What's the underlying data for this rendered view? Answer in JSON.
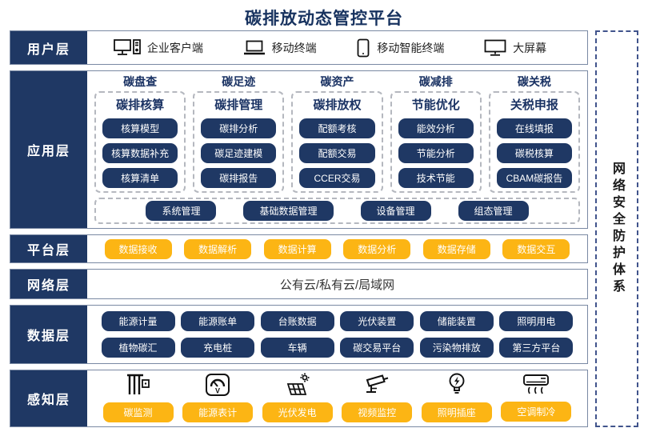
{
  "title": "碳排放动态管控平台",
  "colors": {
    "navy": "#1f3864",
    "orange": "#fcb514",
    "title_navy": "#17325f"
  },
  "user_layer": {
    "label": "用户层",
    "items": [
      {
        "icon": "desktop-client-icon",
        "label": "企业客户端"
      },
      {
        "icon": "laptop-icon",
        "label": "移动终端"
      },
      {
        "icon": "tablet-icon",
        "label": "移动智能终端"
      },
      {
        "icon": "big-screen-icon",
        "label": "大屏幕"
      }
    ]
  },
  "app_layer": {
    "label": "应用层",
    "columns": [
      {
        "header": "碳盘查",
        "subheader": "碳排核算",
        "items": [
          "核算模型",
          "核算数据补充",
          "核算清单"
        ]
      },
      {
        "header": "碳足迹",
        "subheader": "碳排管理",
        "items": [
          "碳排分析",
          "碳足迹建模",
          "碳排报告"
        ]
      },
      {
        "header": "碳资产",
        "subheader": "碳排放权",
        "items": [
          "配额考核",
          "配额交易",
          "CCER交易"
        ]
      },
      {
        "header": "碳减排",
        "subheader": "节能优化",
        "items": [
          "能效分析",
          "节能分析",
          "技术节能"
        ]
      },
      {
        "header": "碳关税",
        "subheader": "关税申报",
        "items": [
          "在线填报",
          "碳税核算",
          "CBAM碳报告"
        ]
      }
    ],
    "common_items": [
      "系统管理",
      "基础数据管理",
      "设备管理",
      "组态管理"
    ]
  },
  "platform_layer": {
    "label": "平台层",
    "items": [
      "数据接收",
      "数据解析",
      "数据计算",
      "数据分析",
      "数据存储",
      "数据交互"
    ]
  },
  "network_layer": {
    "label": "网络层",
    "content": "公有云/私有云/局域网"
  },
  "data_layer": {
    "label": "数据层",
    "rows": [
      [
        "能源计量",
        "能源账单",
        "台账数据",
        "光伏装置",
        "储能装置",
        "照明用电"
      ],
      [
        "植物碳汇",
        "充电桩",
        "车辆",
        "碳交易平台",
        "污染物排放",
        "第三方平台"
      ]
    ]
  },
  "perception_layer": {
    "label": "感知层",
    "items": [
      {
        "icon": "carbon-monitor-icon",
        "label": "碳监测"
      },
      {
        "icon": "energy-meter-icon",
        "label": "能源表计"
      },
      {
        "icon": "solar-panel-icon",
        "label": "光伏发电"
      },
      {
        "icon": "cctv-camera-icon",
        "label": "视频监控"
      },
      {
        "icon": "light-bulb-icon",
        "label": "照明插座"
      },
      {
        "icon": "air-conditioner-icon",
        "label": "空调制冷"
      }
    ]
  },
  "security_strip": {
    "label": "网络安全防护体系"
  }
}
